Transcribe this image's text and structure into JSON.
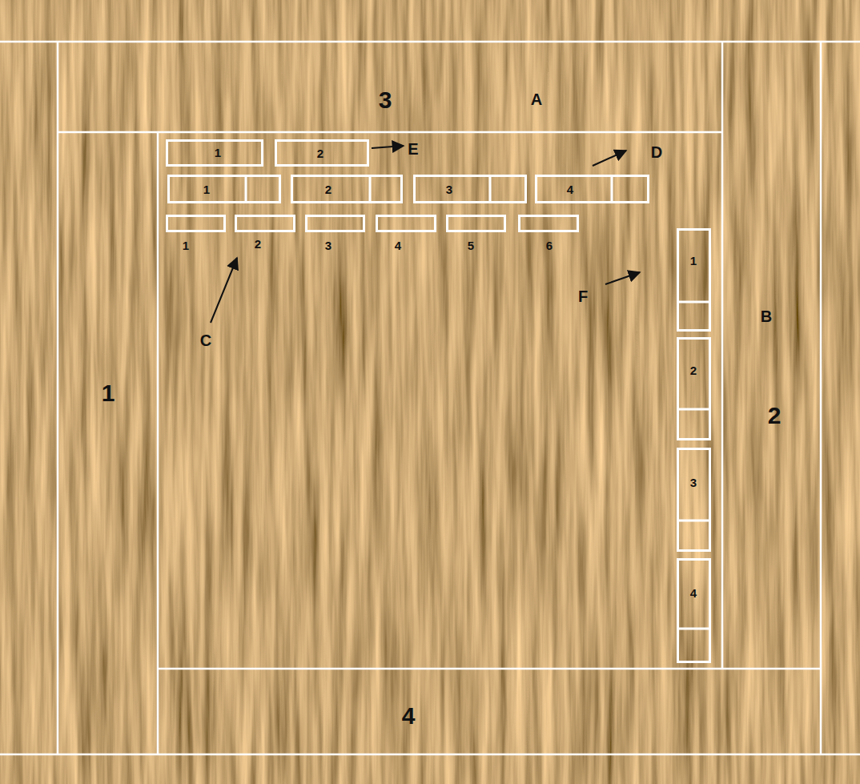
{
  "diagram": {
    "nodes": [
      {
        "text": [
          "3",
          "A"
        ]
      },
      {
        "text": [
          "B",
          "2"
        ]
      },
      {
        "text": [
          "1"
        ]
      },
      {
        "text": [
          "1"
        ]
      },
      {
        "text": [
          "2"
        ]
      },
      {
        "text": [
          "1"
        ]
      },
      {
        "text": [
          "2"
        ]
      },
      {
        "text": [
          "3"
        ]
      },
      {
        "text": [
          "4"
        ]
      },
      {
        "text": [
          "1"
        ]
      },
      {
        "text": [
          "2"
        ]
      },
      {
        "text": [
          "3"
        ]
      },
      {
        "text": [
          "4"
        ]
      },
      {
        "text": [
          "5"
        ]
      },
      {
        "text": [
          "6"
        ]
      },
      {
        "text": [
          "1"
        ]
      },
      {
        "text": [
          "2"
        ]
      },
      {
        "text": [
          "3"
        ]
      },
      {
        "text": [
          "4"
        ]
      },
      {
        "text": [
          "4"
        ]
      }
    ],
    "labels": [
      "E",
      "D",
      "C",
      "F"
    ]
  }
}
